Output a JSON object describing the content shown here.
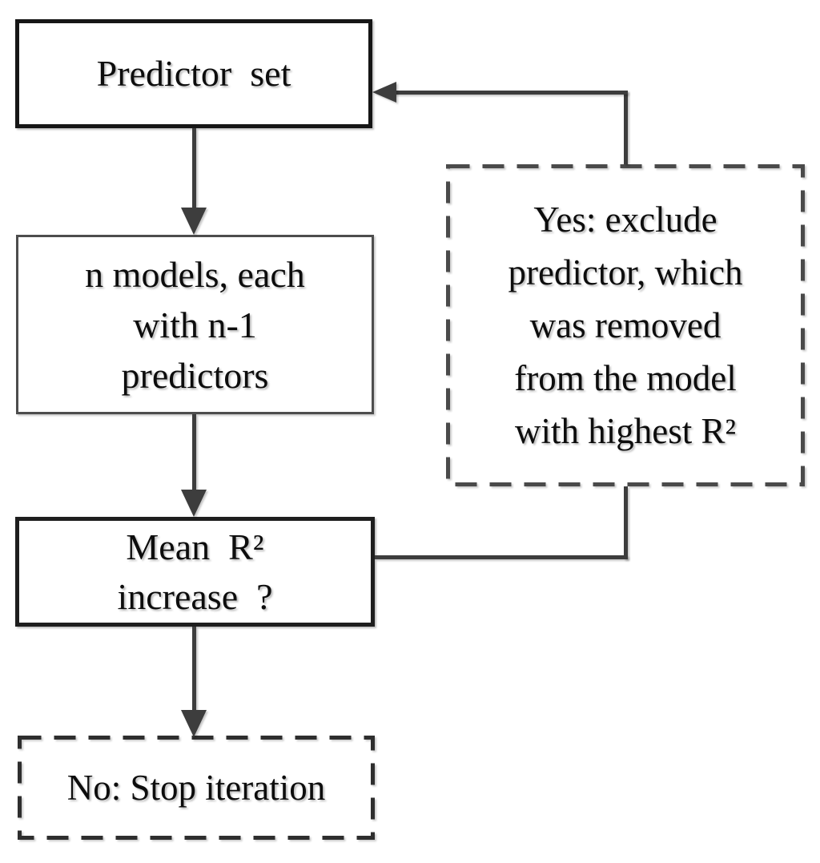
{
  "flowchart": {
    "background_color": "#ffffff",
    "text_color": "#0d0d0d",
    "line_color": "#3d3d3d",
    "solid_border_color": "#161616",
    "dashed_border_color": "#4a4a4a",
    "nodes": {
      "predictor_set": {
        "label": "Predictor  set",
        "border": "solid"
      },
      "n_models": {
        "label": "n models, each\nwith n-1\npredictors",
        "border": "solid"
      },
      "mean_r2": {
        "label": "Mean  R²\nincrease  ?",
        "border": "solid"
      },
      "no_stop": {
        "label": "No: Stop iteration",
        "border": "dashed"
      },
      "yes_exclude": {
        "label": "Yes: exclude\npredictor, which\nwas removed\nfrom the model\nwith highest R²",
        "border": "dashed"
      }
    },
    "edges": [
      {
        "from": "predictor_set",
        "to": "n_models",
        "type": "arrow-down"
      },
      {
        "from": "n_models",
        "to": "mean_r2",
        "type": "arrow-down"
      },
      {
        "from": "mean_r2",
        "to": "no_stop",
        "type": "arrow-down"
      },
      {
        "from": "mean_r2",
        "to": "predictor_set",
        "type": "feedback-right-up-left",
        "via": "yes_exclude"
      }
    ]
  }
}
